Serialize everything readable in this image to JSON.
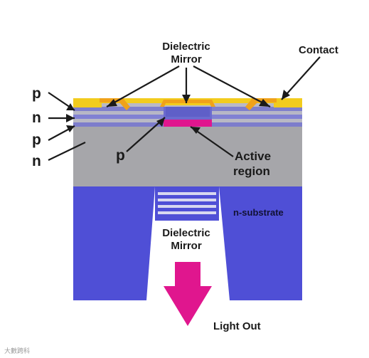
{
  "labels": {
    "dielectric_mirror_top_line1": "Dielectric",
    "dielectric_mirror_top_line2": "Mirror",
    "contact": "Contact",
    "layer_p_top": "p",
    "layer_n_top": "n",
    "layer_p_mid": "p",
    "layer_n_bottom": "n",
    "inner_p": "p",
    "active_region_line1": "Active",
    "active_region_line2": "region",
    "n_substrate": "n-substrate",
    "dielectric_mirror_bottom_line1": "Dielectric",
    "dielectric_mirror_bottom_line2": "Mirror",
    "light_out": "Light Out"
  },
  "watermark": "大數跨科",
  "colors": {
    "substrate": "#4f4fd6",
    "gray_layer": "#a6a6aa",
    "contact_gold": "#f2cc1e",
    "contact_orange": "#f0a21a",
    "active_region": "#e0168e",
    "light_arrow": "#e0168e",
    "thin_layer": "#8c8ccf",
    "mirror_stripe": "#ffffff",
    "cavity": "#ffffff"
  },
  "icons": {
    "light_arrow": "arrow-down-icon"
  }
}
